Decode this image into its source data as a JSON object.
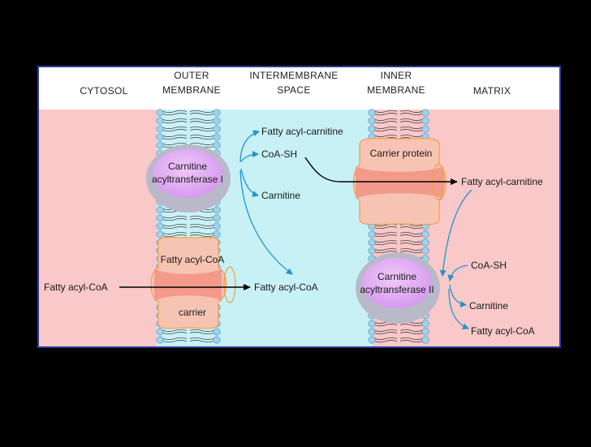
{
  "colors": {
    "background": "#000000",
    "cytosol": "#f9c8c8",
    "intermembrane": "#c8f1f6",
    "matrix": "#f9c8c8",
    "header_band": "#ffffff",
    "panel_border": "#2f3b9a",
    "lipid_head": "#9fd2ee",
    "carrier_fill": "#f7c4b4",
    "carrier_core": "#f39a8a",
    "enzyme_outer": "#b9b9c9",
    "enzyme_inner": "#e3b2f3",
    "arrow_blue": "#1e95cf",
    "arrow_black": "#000000"
  },
  "headers": {
    "cytosol": "CYTOSOL",
    "outer_membrane": [
      "OUTER",
      "MEMBRANE"
    ],
    "intermembrane_space": [
      "INTERMEMBRANE",
      "SPACE"
    ],
    "inner_membrane": [
      "INNER",
      "MEMBRANE"
    ],
    "matrix": "MATRIX"
  },
  "outer_membrane": {
    "enzyme_lines": [
      "Carnitine",
      "acyltransferase I"
    ],
    "carrier_top_label": "Fatty acyl-CoA",
    "carrier_bottom_label": "carrier"
  },
  "inner_membrane": {
    "carrier_label": "Carrier protein",
    "enzyme_lines": [
      "Carnitine",
      "acyltransferase II"
    ]
  },
  "molecules": {
    "cytosol_input": "Fatty acyl-CoA",
    "ims_fatty_acyl_carnitine": "Fatty acyl-carnitine",
    "ims_coa_sh": "CoA-SH",
    "ims_carnitine": "Carnitine",
    "ims_fatty_acyl_coa": "Fatty acyl-CoA",
    "matrix_fatty_acyl_carnitine": "Fatty acyl-carnitine",
    "matrix_coa_sh": "CoA-SH",
    "matrix_carnitine": "Carnitine",
    "matrix_fatty_acyl_coa": "Fatty acyl-CoA"
  }
}
